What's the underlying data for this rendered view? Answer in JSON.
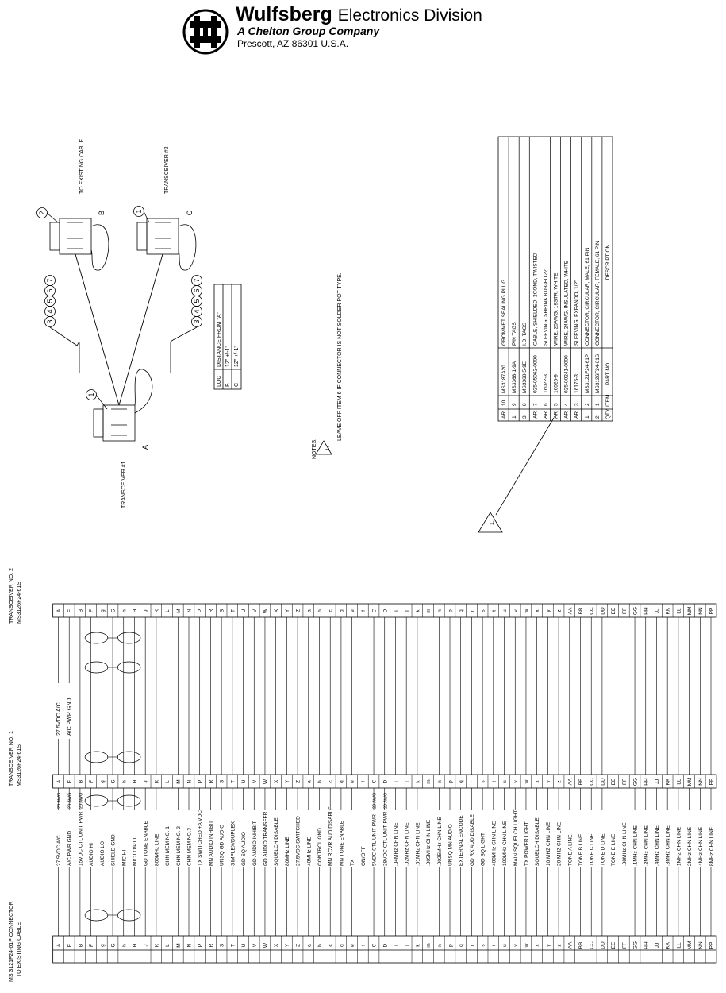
{
  "header": {
    "company": "Wulfsberg",
    "division": "Electronics Division",
    "group": "A Chelton Group Company",
    "address": "Prescott, AZ  86301  U.S.A."
  },
  "diagram": {
    "labels": {
      "to_existing_cable": "TO EXISTING CABLE",
      "transceiver_2": "TRANSCEIVER #2",
      "transceiver_1": "TRANSCEIVER #1",
      "loc_a": "A",
      "loc_b": "B",
      "loc_c": "C",
      "notes": "NOTES:",
      "note1_num": "1.",
      "note1_text": "LEAVE OFF ITEM 6 IF CONNECTOR IS NOT SOLDER POT TYPE.",
      "callout_note": "1."
    },
    "cable_items": [
      "3",
      "4",
      "5",
      "6",
      "7"
    ],
    "balloon_1": "1",
    "balloon_2": "2",
    "loc_table": {
      "headers": [
        "LOC",
        "DISTANCE FROM \"A\""
      ],
      "rows": [
        [
          "B",
          "12\"  +/-1\""
        ],
        [
          "C",
          "12\"  +/-1\""
        ]
      ]
    },
    "bom": {
      "headers": [
        "QTY",
        "ITEM",
        "PART NO.",
        "DESCRIPTION"
      ],
      "rows": [
        [
          "AR",
          "10",
          "MS3187A20",
          "GROMMET SEALING PLUG"
        ],
        [
          "1",
          "9",
          "MS3368-1-9A",
          "P/N TAGS"
        ],
        [
          "3",
          "8",
          "MS3368-5-9E",
          "I.D. TAGS"
        ],
        [
          "AR",
          "7",
          "025-05062-0000",
          "CABLE, SHIELDED, 2COND, TWISTED"
        ],
        [
          "AR",
          "6",
          "16022-3",
          "SLEEVING, SHRINK 8.093FIT22"
        ],
        [
          "AR",
          "5",
          "16020-9",
          "WIRE, 20AWG, 19STR, WHITE"
        ],
        [
          "AR",
          "4",
          "025-00241-0000",
          "WIRE, 24AWG, INSULATED, WHITE"
        ],
        [
          "AR",
          "3",
          "16176-3",
          "SLEEVING, EXPANDO, 1/2\""
        ],
        [
          "1",
          "2",
          "MS3121F24-61P",
          "CONNECTOR, CIRCULAR, MALE, 61 PIN"
        ],
        [
          "2",
          "1",
          "MS3126F24-61S",
          "CONNECTOR, CIRCULAR, FEMALE, 61 PIN"
        ]
      ]
    }
  },
  "wiring": {
    "existing_title": [
      "MS 3121F24-61P CONNECTOR",
      "TO EXISTING CABLE"
    ],
    "xcvr1_title": [
      "TRANSCEIVER NO. 1",
      "MS3126F24-61S"
    ],
    "xcvr2_title": [
      "TRANSCEIVER NO. 2",
      "MS3126F24-61S"
    ],
    "power_labels": [
      "27.5VDC A/C",
      "A/C PWR GND"
    ],
    "pins": [
      "A",
      "E",
      "B",
      "F",
      "g",
      "G",
      "h",
      "H",
      "J",
      "K",
      "L",
      "M",
      "N",
      "P",
      "R",
      "S",
      "T",
      "U",
      "V",
      "W",
      "X",
      "Y",
      "Z",
      "a",
      "b",
      "c",
      "d",
      "e",
      "f",
      "C",
      "D",
      "i",
      "j",
      "k",
      "m",
      "n",
      "p",
      "q",
      "r",
      "s",
      "t",
      "u",
      "v",
      "w",
      "x",
      "y",
      "z",
      "AA",
      "BB",
      "CC",
      "DD",
      "EE",
      "FF",
      "GG",
      "HH",
      "JJ",
      "KK",
      "LL",
      "MM",
      "NN",
      "PP"
    ],
    "xcvr_pins": [
      "A",
      "E",
      "B",
      "F",
      "g",
      "G",
      "h",
      "H",
      "J",
      "K",
      "L",
      "M",
      "N",
      "P",
      "R",
      "S",
      "T",
      "U",
      "V",
      "W",
      "X",
      "Y",
      "Z",
      "a",
      "b",
      "c",
      "d",
      "e",
      "f",
      "C",
      "D",
      "i",
      "j",
      "k",
      "m",
      "n",
      "p",
      "q",
      "r",
      "s",
      "t",
      "u",
      "v",
      "w",
      "x",
      "y",
      "z",
      "AA",
      "BB",
      "CC",
      "DD",
      "EE",
      "FF",
      "GG",
      "HH",
      "JJ",
      "KK",
      "LL",
      "MM",
      "NN",
      "PP"
    ],
    "signals": [
      "27.5VDC A/C",
      "A/C PWR GND",
      "15VDC CTL UNIT PWR",
      "AUDIO HI",
      "AUDIO LO",
      "SHIELD GND",
      "MIC HI",
      "MIC LO/PTT",
      "GD TONE ENABLE",
      "800MHz LINE",
      "CHN MEM NO. 1",
      "CHN MEM NO. 2",
      "CHN MEM NO.3",
      "TX SWITCHED +A VDC",
      "MN AUDIO INHIBIT",
      "UNSQ GD AUDIO",
      "SIMPLEX/DUPLEX",
      "GD SQ AUDIO",
      "GD AUDIO INHIBIT",
      "GD AUDIO TRANSFER",
      "SQUELCH DISABLE",
      "80MHz LINE",
      "27.5VDC SWITCHED",
      "40MHz LINE",
      "CONTROL GND",
      "MN RCVR AUD DISABLE",
      "MN TONE ENABLE",
      "TX",
      "ON/OFF",
      "5VDC CTL UNIT PWR",
      "28VDC CTL UNIT PWR",
      ".04MHz CHN LINE",
      ".02MHz CHN LINE",
      ".01MHz CHN LINE",
      ".005MHz CHN LINE",
      ".0025MHz CHN LINE",
      "UNSQ MN AUDIO",
      "EXTERNAL ENCODE",
      "GD RX AUD DISABLE",
      "GD SQ LIGHT",
      "400MHz CHN LINE",
      "100MHz CHN LINE",
      "MAIN SQUELCH LIGHT",
      "TX POWER LIGHT",
      "SQUELCH DISABLE",
      "10 MHZ CHN LINE",
      "20 MHZ CHN LINE",
      "TONE A LINE",
      "TONE B LINE",
      "TONE C LINE",
      "TONE D LINE",
      "TONE E LINE",
      ".08MHz CHN LINE",
      ".1MHz CHN LINE",
      ".2MHz CHN LINE",
      ".4MHz CHN LINE",
      ".8MHz CHN LINE",
      "1MHz CHN LINE",
      "2MHz CHN LINE",
      "4MHz CHN LINE",
      "8MHz CHN LINE"
    ],
    "awg": "20 AWG"
  }
}
